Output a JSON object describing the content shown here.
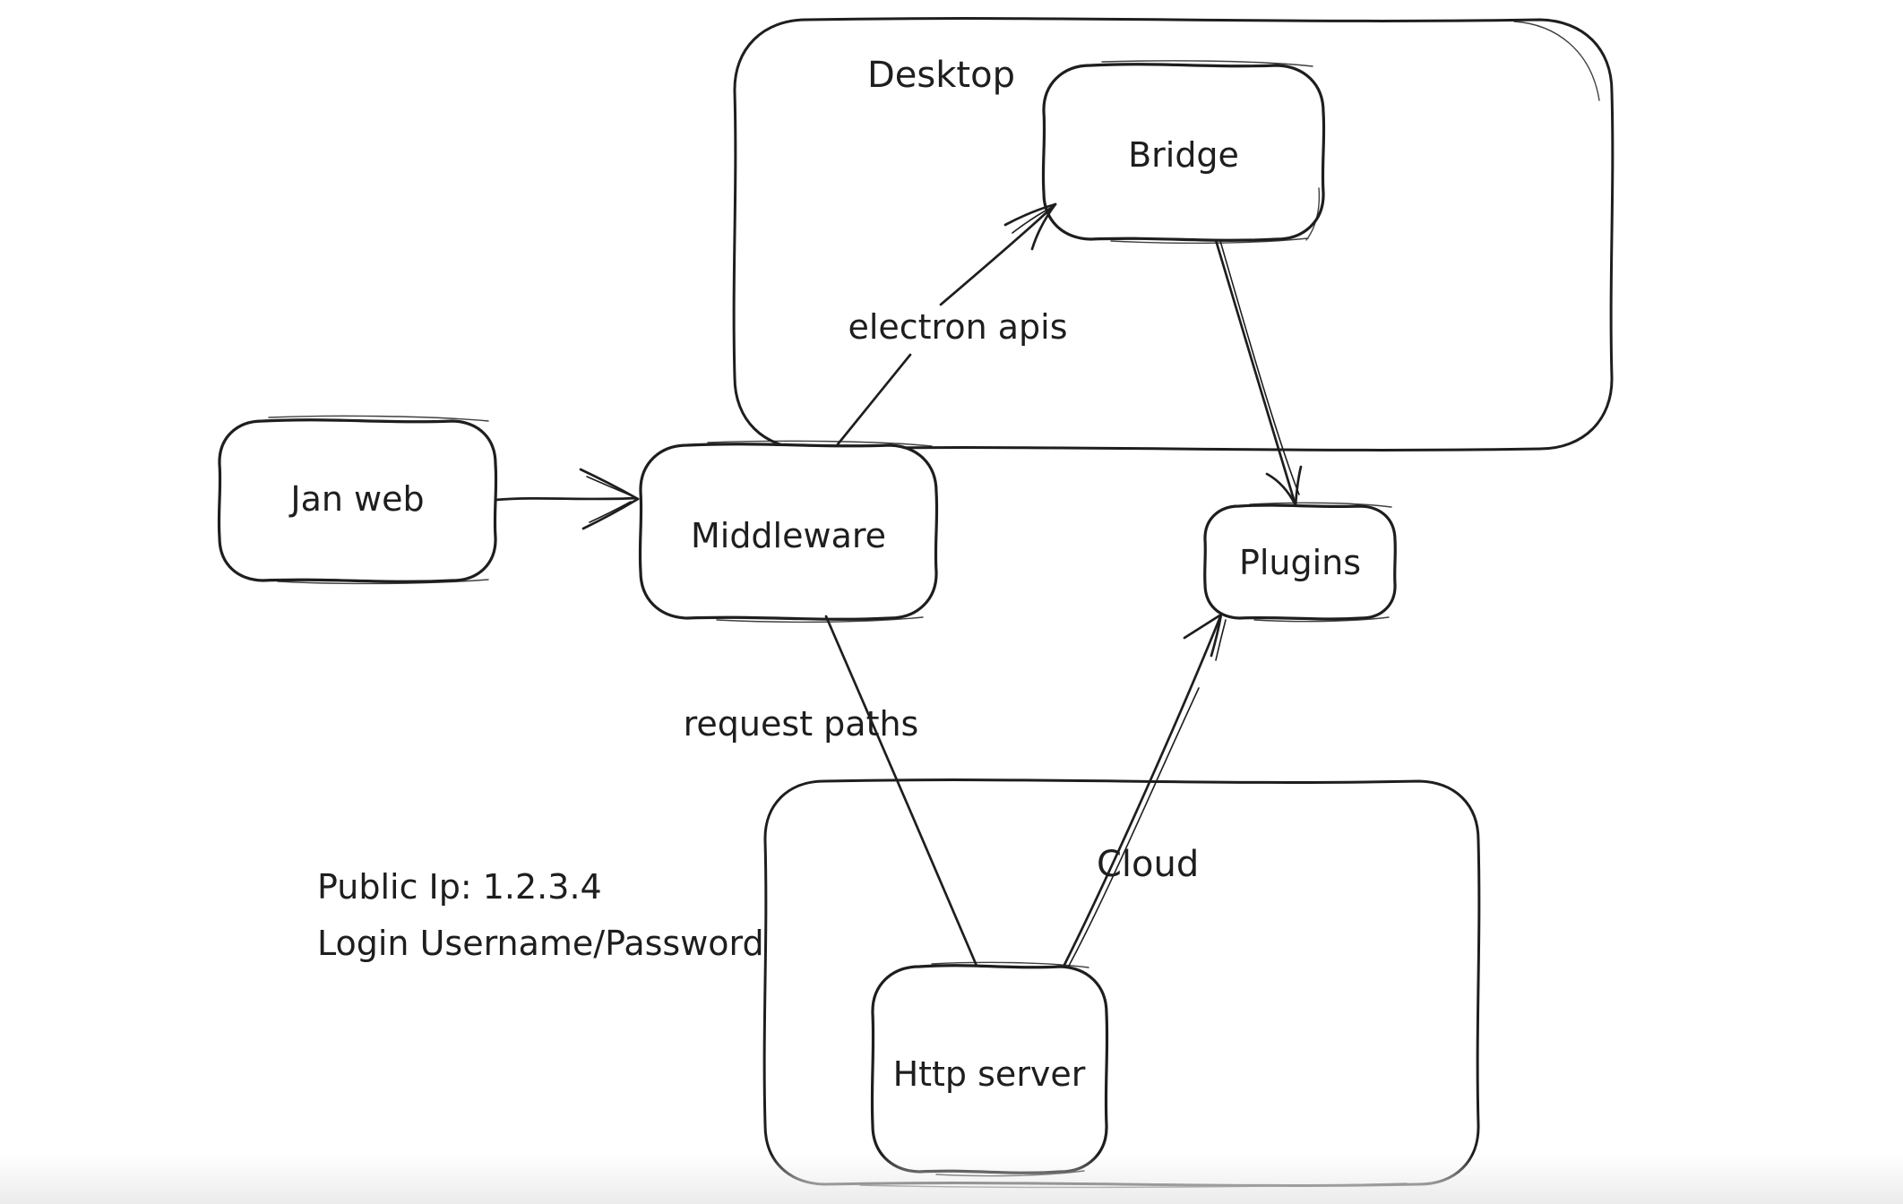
{
  "app": {
    "kind": "hand-drawn architecture diagram on a whiteboard canvas"
  },
  "colors": {
    "stroke": "#1e1e1e",
    "canvas_background": "#ffffff",
    "bottom_fade": "#ebebeb"
  },
  "diagram": {
    "containers": [
      {
        "name": "desktop",
        "label": "Desktop"
      },
      {
        "name": "cloud",
        "label": "Cloud"
      }
    ],
    "nodes": [
      {
        "name": "jan-web",
        "label": "Jan web"
      },
      {
        "name": "middleware",
        "label": "Middleware"
      },
      {
        "name": "bridge",
        "label": "Bridge"
      },
      {
        "name": "plugins",
        "label": "Plugins"
      },
      {
        "name": "http-server",
        "label": "Http server"
      }
    ],
    "connections": [
      {
        "name": "jan-web-to-middleware",
        "from": "Jan web",
        "to": "Middleware",
        "label": ""
      },
      {
        "name": "middleware-to-bridge",
        "from": "Middleware",
        "to": "Bridge",
        "label": "electron apis"
      },
      {
        "name": "bridge-to-plugins",
        "from": "Bridge",
        "to": "Plugins",
        "label": ""
      },
      {
        "name": "middleware-to-http-server",
        "from": "Middleware",
        "to": "Http server",
        "label": "request paths"
      },
      {
        "name": "http-server-to-plugins",
        "from": "Http server",
        "to": "Plugins",
        "label": ""
      }
    ],
    "annotations": [
      {
        "name": "public-ip",
        "text": "Public Ip: 1.2.3.4"
      },
      {
        "name": "login",
        "text": "Login Username/Password"
      }
    ]
  }
}
